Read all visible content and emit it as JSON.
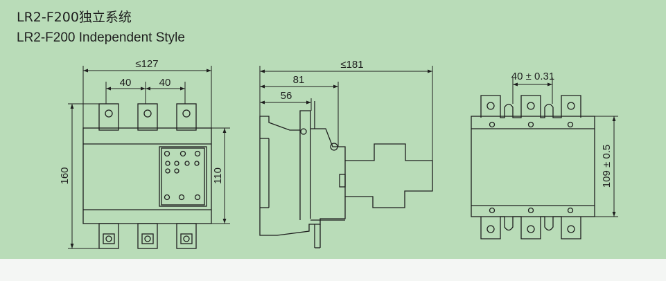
{
  "colors": {
    "background": "#b9dcb8",
    "line": "#1e1e1e",
    "bottom_strip": "#f4f6f4"
  },
  "title": {
    "chinese": "LR2-F200独立系统",
    "english": "LR2-F200 Independent Style"
  },
  "front_view": {
    "width_max": "≤127",
    "pitch_left": "40",
    "pitch_right": "40",
    "height_total": "160",
    "height_body": "110"
  },
  "side_view": {
    "depth_max": "≤181",
    "depth_mid": "81",
    "depth_front": "56"
  },
  "rear_view": {
    "pitch": "40 ± 0.31",
    "height": "109 ± 0.5"
  }
}
